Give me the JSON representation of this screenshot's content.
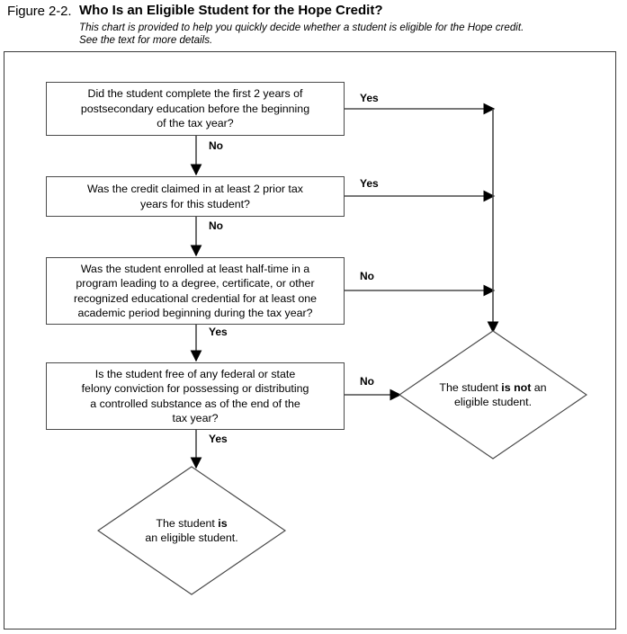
{
  "caption": {
    "figure_label": "Figure 2-2.",
    "title": "Who Is an Eligible Student for the Hope Credit?",
    "subtitle_line1": "This chart is provided to help you quickly decide whether a student is eligible for the Hope credit.",
    "subtitle_line2": "See the text for more details."
  },
  "chart_data": {
    "type": "diagram",
    "diagram_kind": "flowchart",
    "title": "Who Is an Eligible Student for the Hope Credit?",
    "orientation": "top-to-bottom",
    "nodes": [
      {
        "id": "q1",
        "shape": "rectangle",
        "lines": [
          "Did the student complete the first 2 years of",
          "postsecondary education before the beginning",
          "of the tax year?"
        ]
      },
      {
        "id": "q2",
        "shape": "rectangle",
        "lines": [
          "Was the credit claimed in at least 2 prior tax",
          "years for this student?"
        ]
      },
      {
        "id": "q3",
        "shape": "rectangle",
        "lines": [
          "Was the student enrolled at least half-time in a",
          "program leading to a degree, certificate, or other",
          "recognized educational credential for at least one",
          "academic period beginning during the tax year?"
        ]
      },
      {
        "id": "q4",
        "shape": "rectangle",
        "lines": [
          "Is the student free of any federal or state",
          "felony conviction for possessing or distributing",
          "a controlled substance as of the end of the",
          "tax year?"
        ]
      },
      {
        "id": "not-eligible",
        "shape": "diamond",
        "line1_prefix": "The student ",
        "line1_bold": "is not",
        "line1_suffix": " an",
        "line2": "eligible student."
      },
      {
        "id": "eligible",
        "shape": "diamond",
        "line1_prefix": "The student ",
        "line1_bold": "is",
        "line1_suffix": "",
        "line2": "an eligible student."
      }
    ],
    "edges": [
      {
        "from": "q1",
        "to": "not-eligible",
        "label": "Yes",
        "direction": "right"
      },
      {
        "from": "q1",
        "to": "q2",
        "label": "No",
        "direction": "down"
      },
      {
        "from": "q2",
        "to": "not-eligible",
        "label": "Yes",
        "direction": "right"
      },
      {
        "from": "q2",
        "to": "q3",
        "label": "No",
        "direction": "down"
      },
      {
        "from": "q3",
        "to": "not-eligible",
        "label": "No",
        "direction": "right"
      },
      {
        "from": "q3",
        "to": "q4",
        "label": "Yes",
        "direction": "down"
      },
      {
        "from": "q4",
        "to": "not-eligible",
        "label": "No",
        "direction": "right"
      },
      {
        "from": "q4",
        "to": "eligible",
        "label": "Yes",
        "direction": "down"
      }
    ],
    "colors": {
      "stroke": "#4a4a4a",
      "connector": "#4a4a4a",
      "text": "#000000",
      "background": "#ffffff"
    }
  },
  "edge_labels": {
    "q1_yes": "Yes",
    "q1_no": "No",
    "q2_yes": "Yes",
    "q2_no": "No",
    "q3_no": "No",
    "q3_yes": "Yes",
    "q4_no": "No",
    "q4_yes": "Yes"
  }
}
